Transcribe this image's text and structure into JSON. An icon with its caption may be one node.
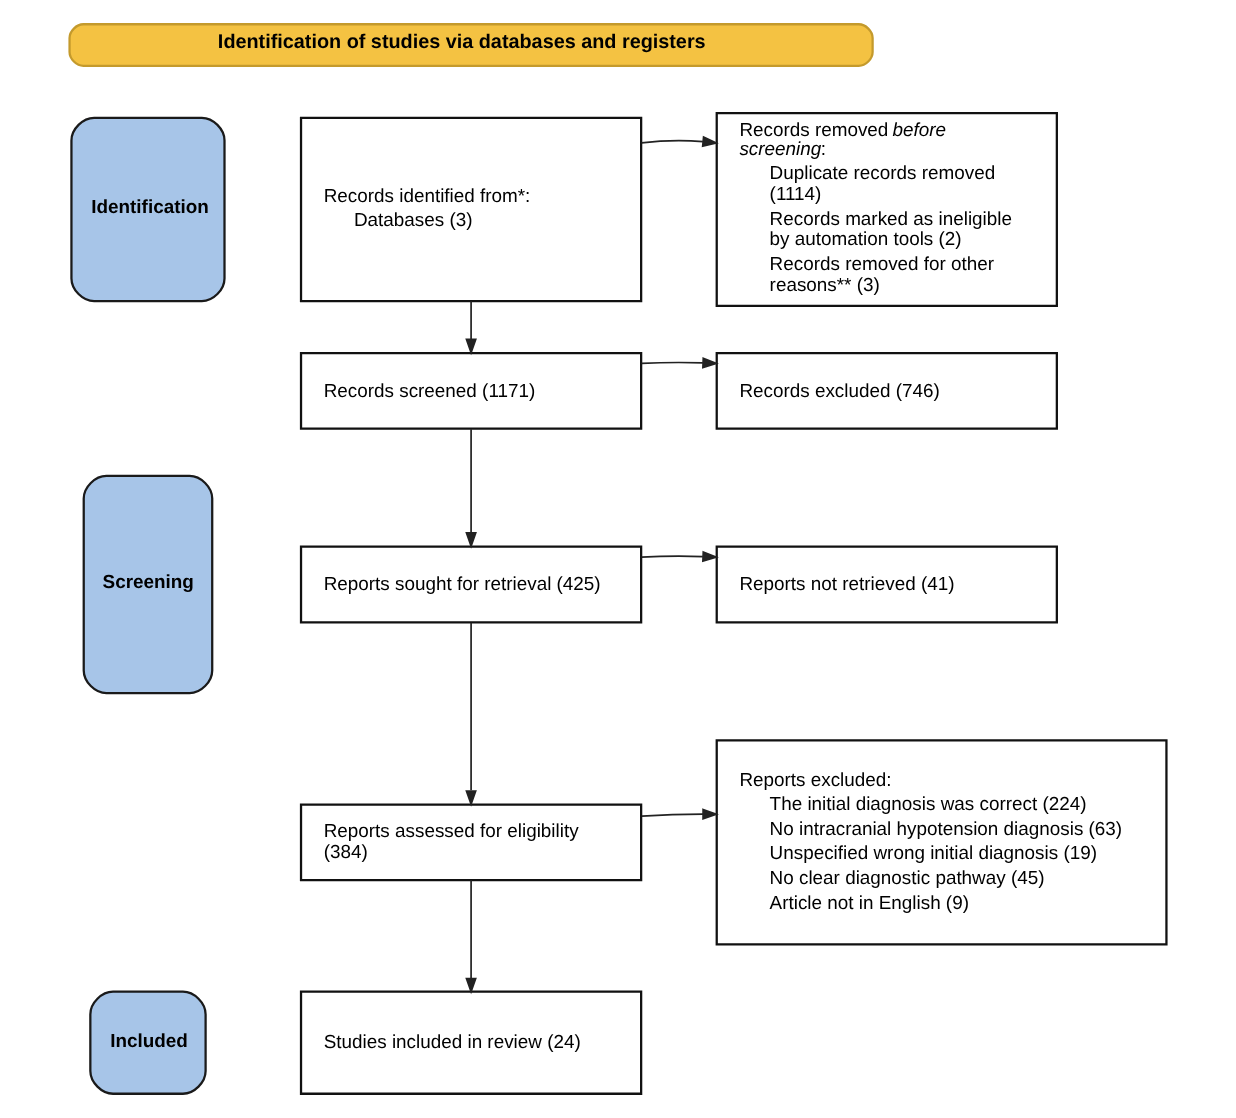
{
  "diagram": {
    "nodes": [
      {
        "text": [
          "Identification of studies via databases and registers"
        ]
      },
      {
        "text": [
          "Identification"
        ]
      },
      {
        "text": [
          "Screening"
        ]
      },
      {
        "text": [
          "Included"
        ]
      },
      {
        "text": [
          "Records identified from*:",
          "Databases (3)"
        ]
      },
      {
        "text": [
          "Records removed *before screening*:",
          "Duplicate records removed (1114)",
          "Records marked as ineligible by automation tools (2)",
          "Records removed for other reasons** (3)"
        ]
      },
      {
        "text": [
          "Records screened (1171)"
        ]
      },
      {
        "text": [
          "Records excluded (746)"
        ]
      },
      {
        "text": [
          "Reports sought for retrieval (425)"
        ]
      },
      {
        "text": [
          "Reports not retrieved (41)"
        ]
      },
      {
        "text": [
          "Reports assessed for eligibility (384)"
        ]
      },
      {
        "text": [
          "Reports excluded:",
          "The initial diagnosis was correct (224)",
          "No intracranial hypotension diagnosis (63)",
          "Unspecified wrong initial diagnosis (19)",
          "No clear diagnostic pathway (45)",
          "Article not in English (9)"
        ]
      },
      {
        "text": [
          "Studies included in review (24)"
        ]
      }
    ],
    "edges": [
      {
        "from": 4,
        "to": 5,
        "arrow": "to"
      },
      {
        "from": 4,
        "to": 6,
        "arrow": "to"
      },
      {
        "from": 6,
        "to": 7,
        "arrow": "to"
      },
      {
        "from": 6,
        "to": 8,
        "arrow": "to"
      },
      {
        "from": 8,
        "to": 9,
        "arrow": "to"
      },
      {
        "from": 8,
        "to": 10,
        "arrow": "to"
      },
      {
        "from": 10,
        "to": 11,
        "arrow": "to"
      },
      {
        "from": 10,
        "to": 12,
        "arrow": "to"
      }
    ]
  }
}
